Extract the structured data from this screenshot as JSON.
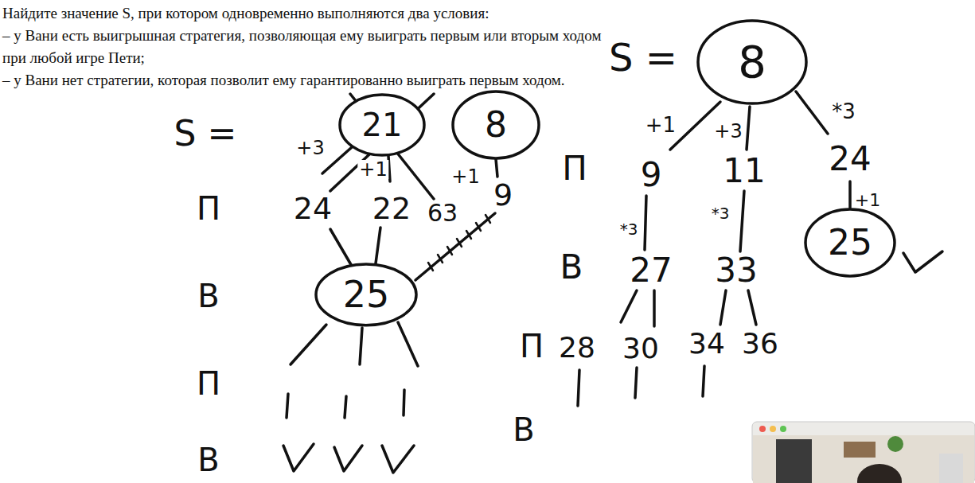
{
  "diagram": {
    "nodes": [
      {
        "text": [
          "21"
        ]
      },
      {
        "text": [
          "8"
        ]
      },
      {
        "text": [
          "25"
        ]
      },
      {
        "text": [
          "8"
        ]
      },
      {
        "text": [
          "25"
        ]
      }
    ],
    "labels": [
      "Найдите значение S, при котором одновременно выполняются два условия:",
      "– у Вани есть выигрышная стратегия, позволяющая ему выиграть первым или вторым ходом при любой игре Пети;",
      "– у Вани нет стратегии, которая позволит ему гарантированно выиграть первым ходом.",
      "S =",
      "П",
      "В",
      "П",
      "В",
      "+3",
      "+1",
      "+1",
      "24",
      "22",
      "63",
      "9",
      "S =",
      "+1",
      "+3",
      "*3",
      "П",
      "9",
      "11",
      "24",
      "+1",
      "*3",
      "*3",
      "В",
      "27",
      "33",
      "П",
      "28",
      "30",
      "34",
      "36",
      "В"
    ]
  }
}
